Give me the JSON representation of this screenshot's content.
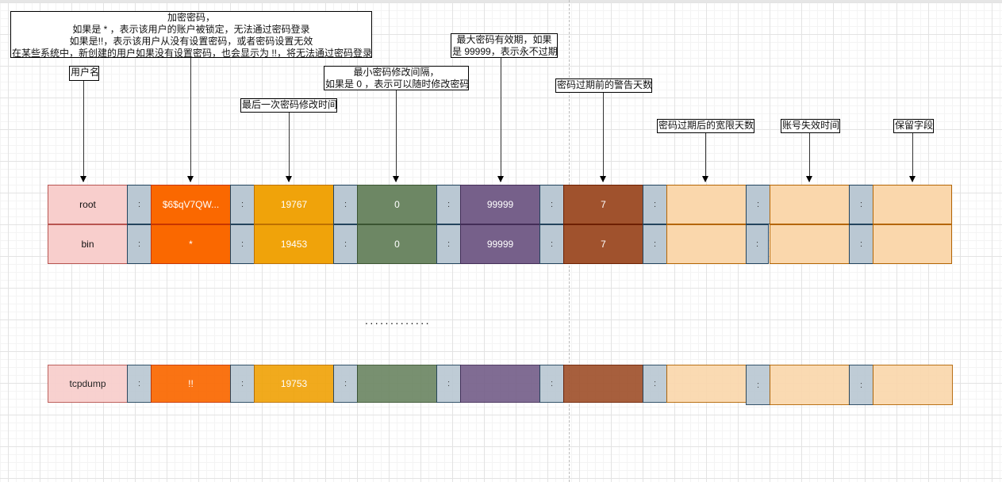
{
  "labels": {
    "password": [
      "加密密码，",
      "如果是 * ，表示该用户的账户被锁定，无法通过密码登录",
      "如果是!!，表示该用户从没有设置密码，或者密码设置无效",
      "在某些系统中，新创建的用户如果没有设置密码，也会显示为 !!，将无法通过密码登录"
    ],
    "username": [
      "用户名"
    ],
    "lastchg": [
      "最后一次密码修改时间"
    ],
    "min": [
      "最小密码修改间隔，",
      "如果是 0 ，表示可以随时修改密码"
    ],
    "max": [
      "最大密码有效期，如果",
      "是 99999，表示永不过期"
    ],
    "warn": [
      "密码过期前的警告天数"
    ],
    "inactive": [
      "密码过期后的宽限天数"
    ],
    "expire": [
      "账号失效时间"
    ],
    "reserved": [
      "保留字段"
    ]
  },
  "separator": ":",
  "rows": [
    {
      "user": "root",
      "password": "$6$qV7QW...",
      "lastchg": "19767",
      "min": "0",
      "max": "99999",
      "warn": "7",
      "inactive": "",
      "expire": "",
      "reserved": ""
    },
    {
      "user": "bin",
      "password": "*",
      "lastchg": "19453",
      "min": "0",
      "max": "99999",
      "warn": "7",
      "inactive": "",
      "expire": "",
      "reserved": ""
    },
    {
      "user": "tcpdump",
      "password": "!!",
      "lastchg": "19753",
      "min": "",
      "max": "",
      "warn": "",
      "inactive": "",
      "expire": "",
      "reserved": ""
    }
  ],
  "ellipsis": ".............",
  "colors": {
    "user": "#f8cecc",
    "separator": "#bac8d3",
    "password": "#fa6800",
    "lastchg": "#f0a30a",
    "min": "#6d8764",
    "max": "#76608a",
    "warn": "#a0522d",
    "unused": "#fad7ac"
  }
}
